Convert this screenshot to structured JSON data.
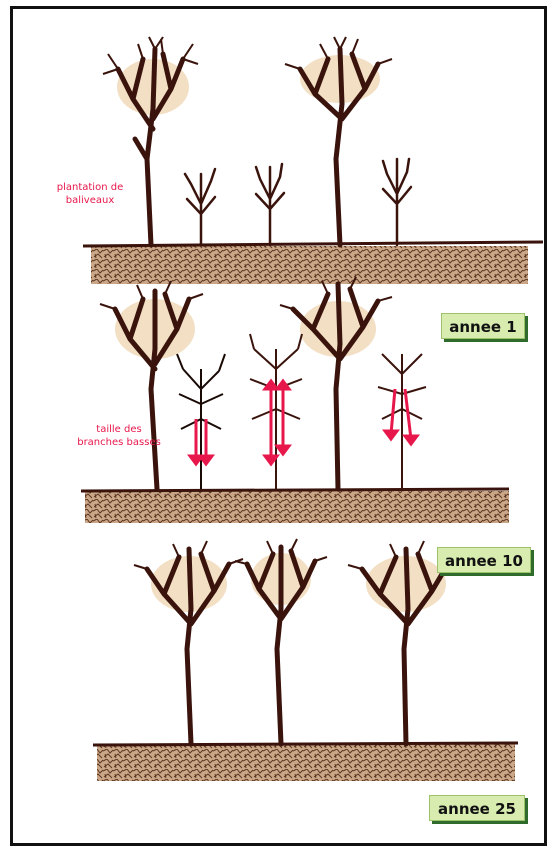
{
  "labels": {
    "stage1_caption": "plantation de\nbaliveaux",
    "stage2_caption": "taille des\nbranches basses"
  },
  "badges": {
    "year1": "annee 1",
    "year10": "annee 10",
    "year25": "annee 25"
  },
  "colors": {
    "trunk": "#3a140c",
    "canopy": "#f2dfc4",
    "soil": "#b48a68",
    "arrow": "#e8174b",
    "badge_bg": "#d8ecb0",
    "badge_shadow": "#2f6b2a"
  }
}
